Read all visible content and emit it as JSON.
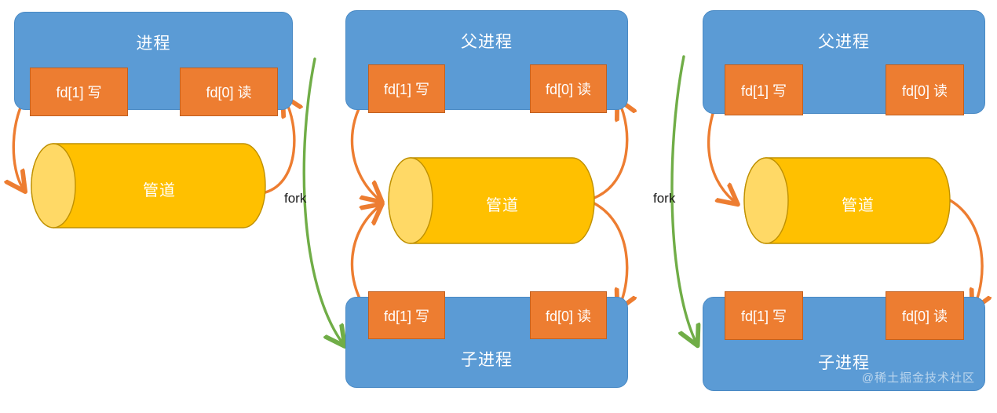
{
  "diagram": {
    "title": "Linux pipe / fork diagram",
    "colors": {
      "process_fill": "#5b9bd5",
      "process_stroke": "#4a8ac4",
      "fd_fill": "#ed7d31",
      "fd_stroke": "#c1601f",
      "pipe_body": "#ffc000",
      "pipe_cap": "#ffd966",
      "pipe_stroke": "#bf9000",
      "arrow_data": "#ed7d31",
      "arrow_fork": "#70ad47",
      "text_on_fill": "#ffffff",
      "label_text": "#1a1a1a"
    },
    "labels": {
      "process": "进程",
      "parent_process": "父进程",
      "child_process": "子进程",
      "pipe": "管道",
      "fd_write": "fd[1] 写",
      "fd_read": "fd[0] 读",
      "fork": "fork"
    },
    "panels": [
      {
        "id": "panel-single-process",
        "process_label": "进程",
        "fd_write": "fd[1] 写",
        "fd_read": "fd[0] 读",
        "pipe_label": "管道",
        "has_child": false
      },
      {
        "id": "panel-after-fork",
        "parent_label": "父进程",
        "child_label": "子进程",
        "fd_write": "fd[1] 写",
        "fd_read": "fd[0] 读",
        "pipe_label": "管道",
        "fork_label": "fork",
        "has_child": true
      },
      {
        "id": "panel-one-way-pipe",
        "parent_label": "父进程",
        "child_label": "子进程",
        "fd_write": "fd[1] 写",
        "fd_read": "fd[0] 读",
        "pipe_label": "管道",
        "fork_label": "fork",
        "has_child": true
      }
    ],
    "watermark": "@稀土掘金技术社区"
  }
}
